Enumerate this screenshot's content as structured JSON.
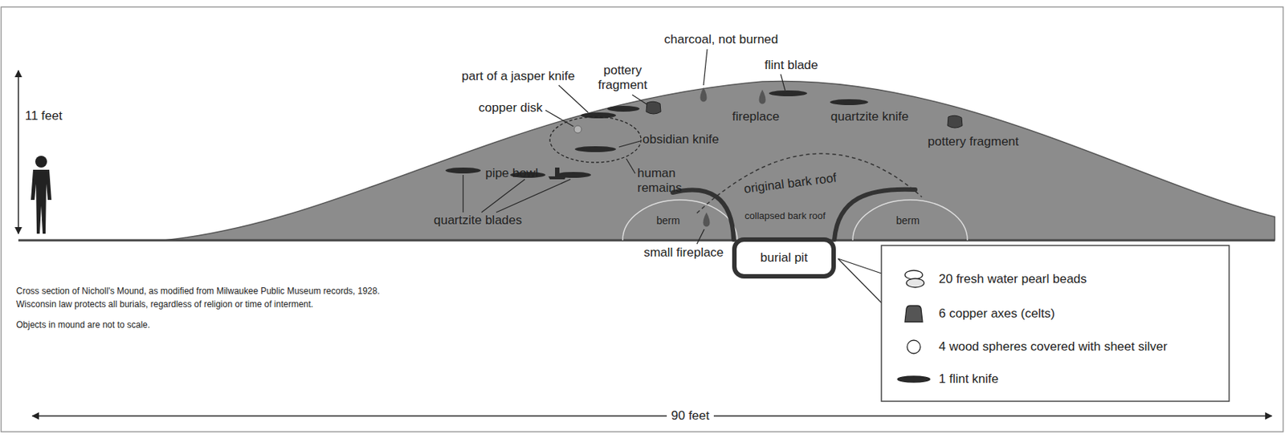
{
  "diagram": {
    "nodes": [
      {
        "text": [
          "burial pit"
        ]
      }
    ],
    "labels": [
      "11 feet",
      "charcoal, not burned",
      "pottery fragment",
      "part of a jasper knife",
      "flint blade",
      "copper disk",
      "fireplace",
      "quartzite knife",
      "obsidian knife",
      "pottery fragment",
      "pipe bowl",
      "human remains",
      "original bark roof",
      "berm",
      "collapsed bark roof",
      "berm",
      "quartzite blades",
      "small fireplace",
      "Cross section of Nicholl's Mound, as modified from Milwaukee Public Museum records, 1928.",
      "Wisconsin law protects all burials, regardless of religion or time of interment.",
      "Objects in mound are not to scale.",
      "90 feet"
    ],
    "legend": [
      {
        "text": "20 fresh water pearl beads"
      },
      {
        "text": "6 copper axes (celts)"
      },
      {
        "text": "4 wood spheres covered with sheet silver"
      },
      {
        "text": "1 flint knife"
      }
    ]
  }
}
